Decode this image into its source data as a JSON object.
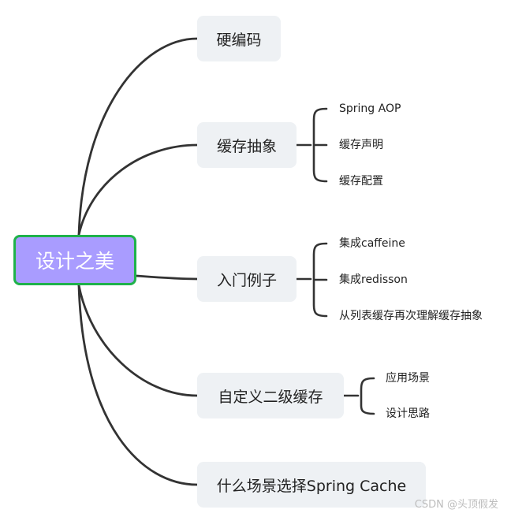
{
  "root": {
    "label": "设计之美"
  },
  "branches": [
    {
      "label": "硬编码",
      "children": []
    },
    {
      "label": "缓存抽象",
      "children": [
        "Spring AOP",
        "缓存声明",
        "缓存配置"
      ]
    },
    {
      "label": "入门例子",
      "children": [
        "集成caffeine",
        "集成redisson",
        "从列表缓存再次理解缓存抽象"
      ]
    },
    {
      "label": "自定义二级缓存",
      "children": [
        "应用场景",
        "设计思路"
      ]
    },
    {
      "label": "什么场景选择Spring Cache",
      "children": []
    }
  ],
  "watermark": "CSDN @头顶假发",
  "colors": {
    "root_fill": "#a99cff",
    "root_border": "#1fb24a",
    "branch_fill": "#eef1f4",
    "connector": "#333333"
  }
}
